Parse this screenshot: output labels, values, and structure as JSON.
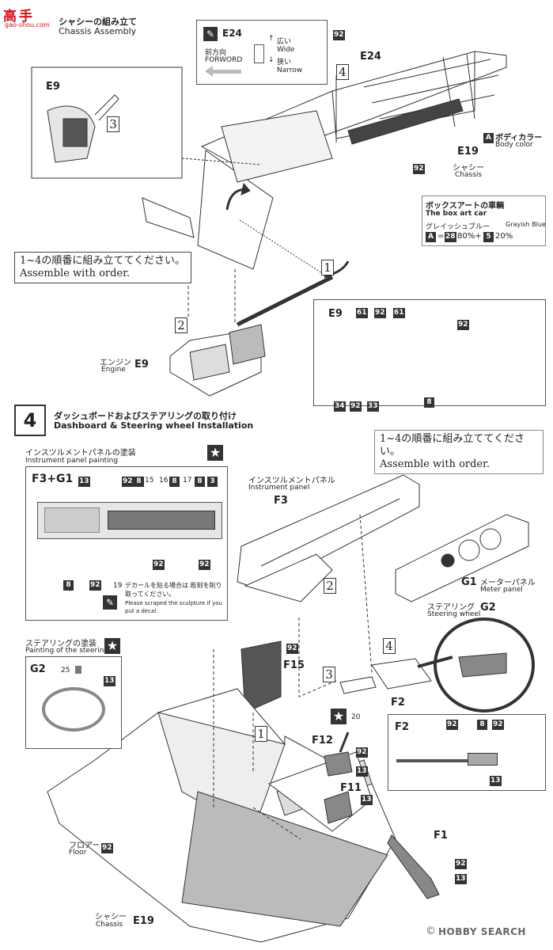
{
  "watermark": {
    "logo": "高手",
    "url": "gao-shou.com"
  },
  "step3": {
    "title_jp": "シャシーの組み立て",
    "title_en": "Chassis Assembly",
    "e24_box": {
      "part": "E24",
      "dir_jp": "前方向",
      "dir_en": "FORWORD",
      "wide_jp": "広い",
      "wide_en": "Wide",
      "narrow_jp": "狭い",
      "narrow_en": "Narrow"
    },
    "e24_badge": "92",
    "e24_label": "E24",
    "e9_inset_label": "E9",
    "steps": [
      "3",
      "4",
      "1",
      "2"
    ],
    "body_color_badge": "A",
    "body_color_jp": "ボディカラー",
    "body_color_en": "Body color",
    "e19_label": "E19",
    "chassis_jp": "シャシー",
    "chassis_en": "Chassis",
    "chassis_badge": "92",
    "box_art": {
      "title_jp": "ボックスアートの車輌",
      "title_en": "The box art car",
      "color_jp": "グレイッシュブルー",
      "color_en": "Grayish Blue",
      "formula_a": "A",
      "formula_eq": "=",
      "formula_b": "28",
      "formula_pct1": "80%+",
      "formula_c": "5",
      "formula_pct2": "20%"
    },
    "order_note_jp": "1~4の順番に組み立ててください。",
    "order_note_en": "Assemble with order.",
    "engine_jp": "エンジン",
    "engine_en": "Engine",
    "engine_part": "E9",
    "detail": {
      "label": "E9",
      "badges_top": [
        "61",
        "92",
        "61"
      ],
      "badge_right": "92",
      "badge_8": "8",
      "badges_bottom": [
        "34",
        "92",
        "33"
      ]
    }
  },
  "step4": {
    "number": "4",
    "title_jp": "ダッシュボードおよびステアリングの取り付け",
    "title_en": "Dashboard & Steering wheel Installation",
    "order_note_jp": "1~4の順番に組み立ててください。",
    "order_note_en": "Assemble with order.",
    "panel_paint": {
      "title_jp": "インスツルメントパネルの塗装",
      "title_en": "Instrument panel painting",
      "label": "F3+G1",
      "badges_top": [
        "92",
        "8",
        "15",
        "16",
        "8",
        "17",
        "8",
        "3"
      ],
      "badge_left": "13",
      "badges_bottom_left": [
        "8",
        "92",
        "19"
      ],
      "badges_bottom_mid": [
        "92",
        "92"
      ],
      "decal_jp": "デカールを貼る場合は 彫刻を削り取ってください。",
      "decal_en": "Please scraped the sculpture if you put a decal."
    },
    "instrument_panel_jp": "インスツルメントパネル",
    "instrument_panel_en": "Instrument panel",
    "f3_label": "F3",
    "meter_panel_label": "G1",
    "meter_panel_jp": "メーターパネル",
    "meter_panel_en": "Meter panel",
    "steering_jp": "ステアリング",
    "steering_en": "Steering wheel",
    "g2_label": "G2",
    "steering_paint": {
      "title_jp": "ステアリングの塗装",
      "title_en": "Painting of the steering",
      "label": "G2",
      "badge_25": "25",
      "badge_13": "13"
    },
    "f15_label": "F15",
    "f15_badge": "92",
    "f2_label": "F2",
    "f2_detail": {
      "label": "F2",
      "badges": [
        "92",
        "8",
        "92"
      ],
      "badge_13": "13"
    },
    "f12": {
      "label": "F12",
      "badge_20": "20",
      "badge_92": "92",
      "badge_13": "13"
    },
    "f11": {
      "label": "F11",
      "badge": "13"
    },
    "f1": {
      "label": "F1",
      "badge_92": "92",
      "badge_13": "13"
    },
    "floor_jp": "フロアー",
    "floor_en": "Floor",
    "floor_badge": "92",
    "chassis_jp": "シャシー",
    "chassis_en": "Chassis",
    "chassis_part": "E19",
    "sub_steps": [
      "2",
      "4",
      "3",
      "1"
    ]
  },
  "footer": {
    "brand": "HOBBY SEARCH",
    "copyright": "©"
  },
  "colors": {
    "ink": "#222222",
    "shade": "#555555",
    "light": "#e6e6e6",
    "watermark": "#d0101a"
  }
}
